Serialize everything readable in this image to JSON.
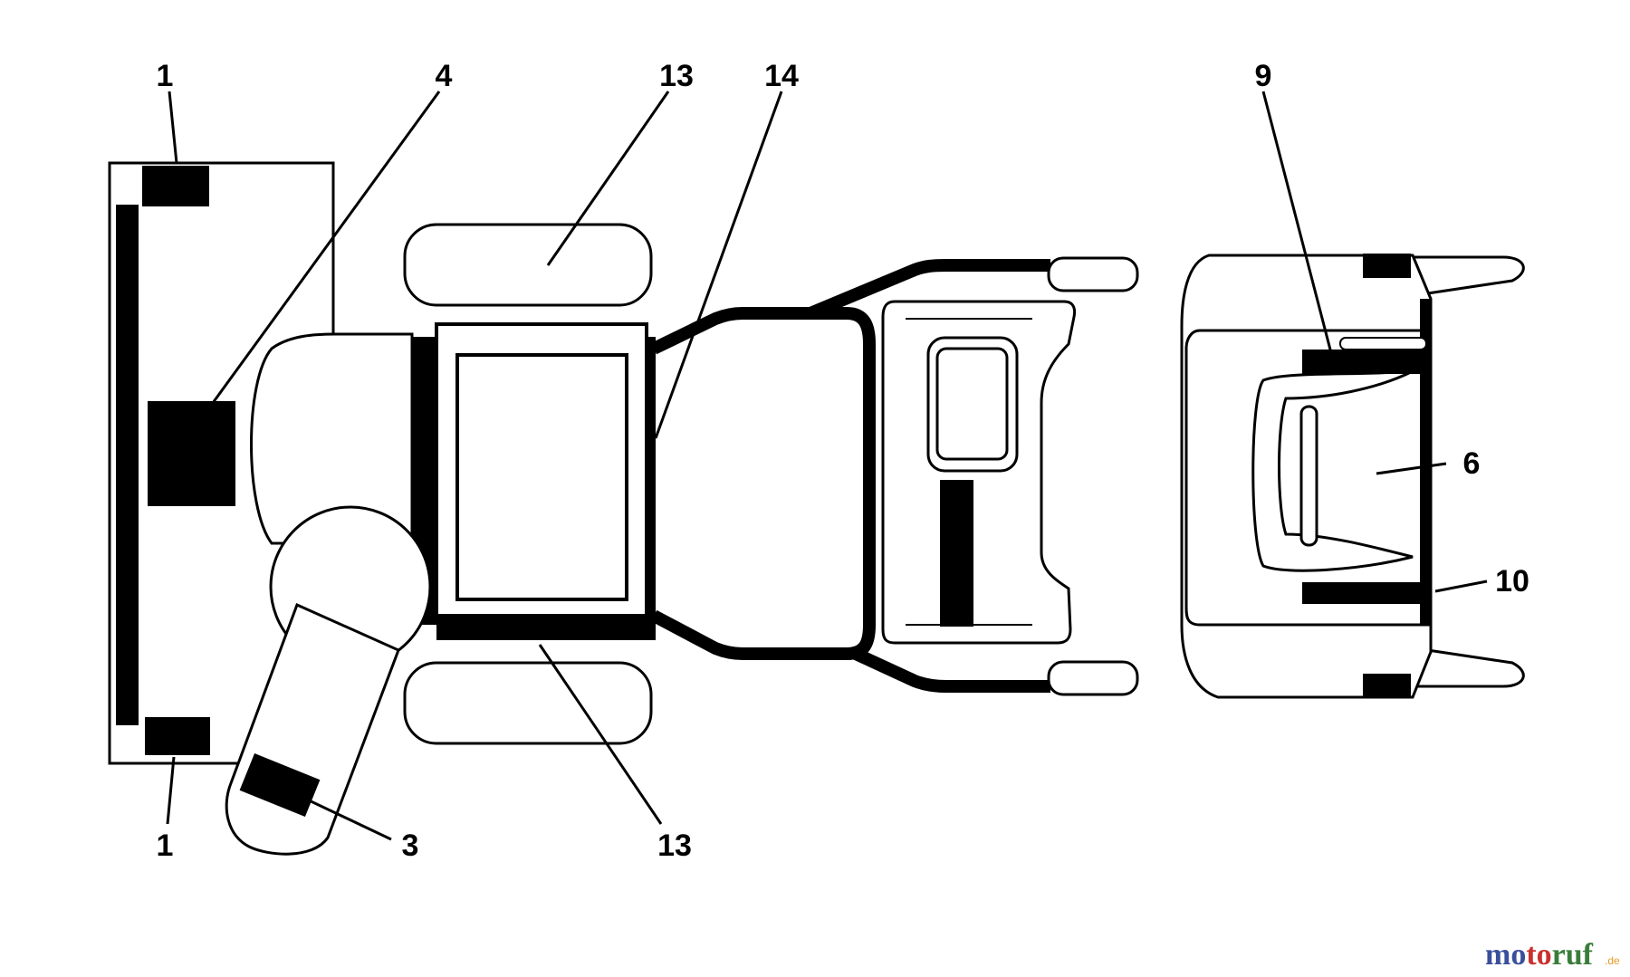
{
  "labels": {
    "l1_top": "1",
    "l4": "4",
    "l13_top": "13",
    "l14": "14",
    "l9": "9",
    "l6": "6",
    "l10": "10",
    "l1_bottom": "1",
    "l3": "3",
    "l13_bottom": "13"
  },
  "watermark": {
    "main": "motoruf",
    "suffix": ".de",
    "colors": {
      "mo": "#3a4f9c",
      "to": "#c9322f",
      "ruf": "#3a7d3a",
      "suffix": "#e89a2a"
    }
  }
}
